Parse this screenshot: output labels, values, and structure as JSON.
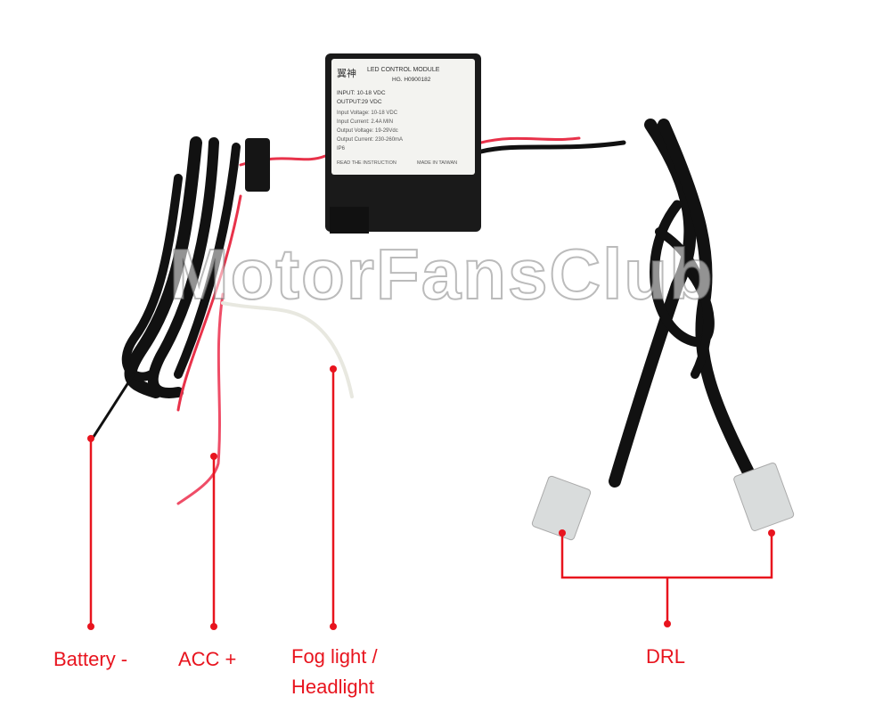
{
  "module": {
    "brand": "翼神",
    "title": "LED CONTROL MODULE",
    "model": "HG. H0900182",
    "input": "INPUT: 10-18 VDC",
    "output": "OUTPUT:29 VDC",
    "specs": [
      "Input Voltage: 10-18 VDC",
      "Input Current: 2.4A MIN",
      "Output Voltage: 19-29Vdc",
      "Output Current: 230-260mA",
      "IP6"
    ],
    "footer_left": "READ THE INSTRUCTION",
    "footer_right": "MADE IN TAIWAN"
  },
  "watermark": "MotorFansClub",
  "labels": {
    "battery": "Battery -",
    "acc": "ACC +",
    "fog_line1": "Fog light /",
    "fog_line2": "Headlight",
    "drl": "DRL"
  },
  "colors": {
    "annotation": "#e8141e",
    "cable": "#111111",
    "connector": "#d9dcdc"
  }
}
